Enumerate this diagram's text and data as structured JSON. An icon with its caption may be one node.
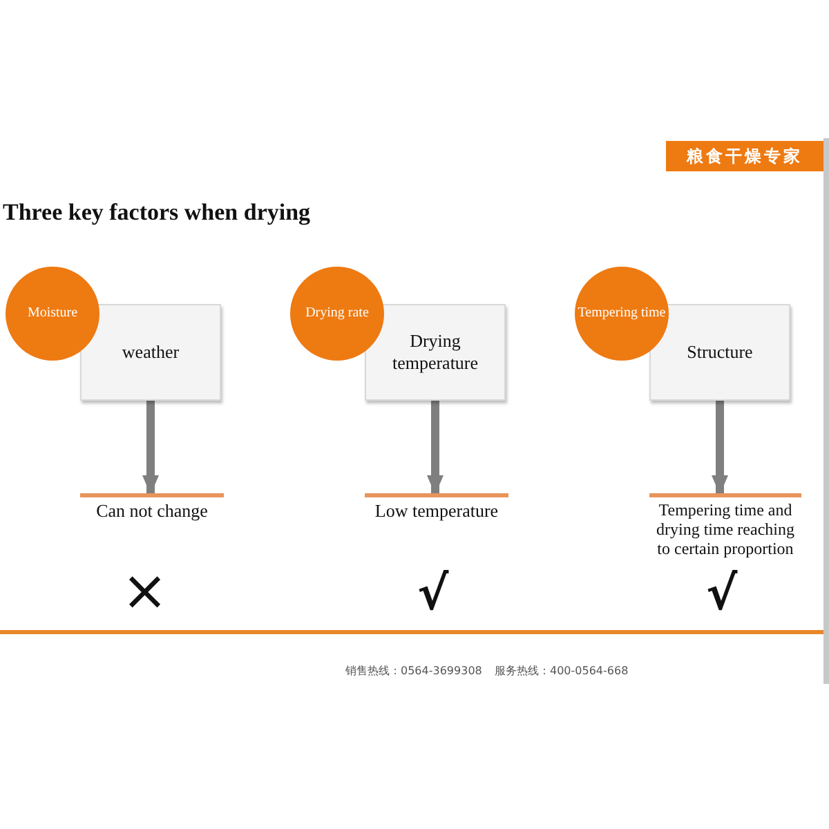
{
  "diagram": {
    "title": "Three key factors when drying",
    "nodes": [
      {
        "text": [
          "Moisture"
        ]
      },
      {
        "text": [
          "weather"
        ]
      },
      {
        "text": [
          "Can not change"
        ]
      },
      {
        "text": [
          "Drying rate"
        ]
      },
      {
        "text": [
          "Drying temperature"
        ]
      },
      {
        "text": [
          "Low temperature"
        ]
      },
      {
        "text": [
          "Tempering time"
        ]
      },
      {
        "text": [
          "Structure"
        ]
      },
      {
        "text": [
          "Tempering time and drying time reaching to certain proportion"
        ]
      }
    ],
    "edges": [
      {
        "from": 1,
        "to": 2,
        "arrow": "to"
      },
      {
        "from": 4,
        "to": 5,
        "arrow": "to"
      },
      {
        "from": 7,
        "to": 8,
        "arrow": "to"
      }
    ],
    "labels": [
      "粮食干燥专家",
      "×",
      "√",
      "√",
      "销售热线：0564-3699308",
      "服务热线：400-0564-668"
    ]
  }
}
